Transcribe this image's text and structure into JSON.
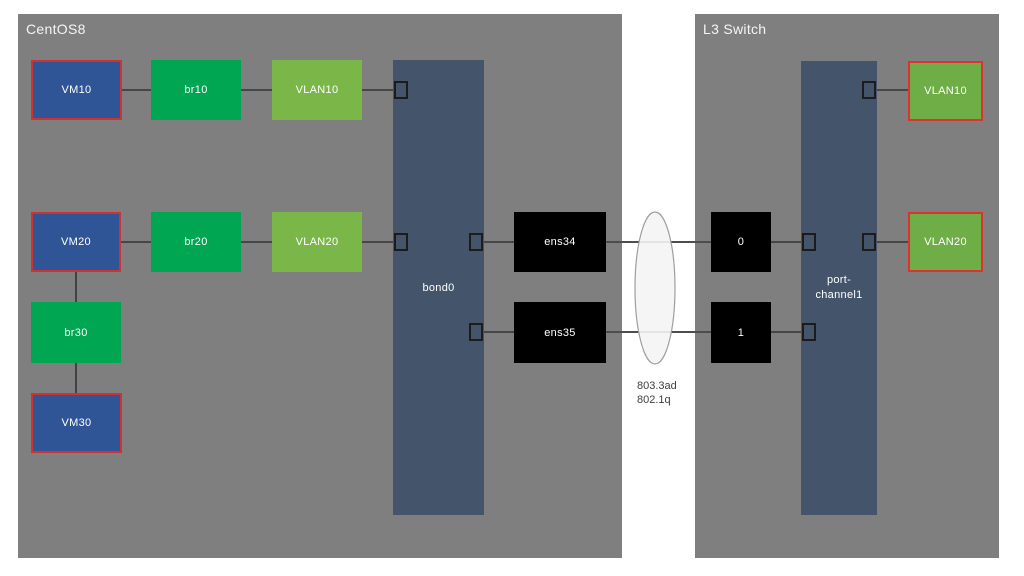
{
  "diagram": {
    "host_panel": {
      "title": "CentOS8"
    },
    "switch_panel": {
      "title": "L3 Switch"
    },
    "host": {
      "vm10": "VM10",
      "br10": "br10",
      "vlan10": "VLAN10",
      "vm20": "VM20",
      "br20": "br20",
      "vlan20": "VLAN20",
      "br30": "br30",
      "vm30": "VM30",
      "bond": "bond0",
      "nic1": "ens34",
      "nic2": "ens35"
    },
    "switch": {
      "port0": "0",
      "port1": "1",
      "portchannel": "port-channel1",
      "vlan10": "VLAN10",
      "vlan20": "VLAN20"
    },
    "link": {
      "protocol1": "803.3ad",
      "protocol2": "802.1q"
    },
    "colors": {
      "panel_gray": "#7f7f7f",
      "vm_blue": "#2F5597",
      "vm_border_red": "#CF3232",
      "bridge_green": "#00A651",
      "vlan_green": "#7AB648",
      "switch_vlan_green": "#6FAD47",
      "switch_vlan_border_red": "#E03030",
      "bond_slate": "#44546A",
      "nic_black": "#000000",
      "ellipse_fill": "#F4F4F4"
    }
  }
}
